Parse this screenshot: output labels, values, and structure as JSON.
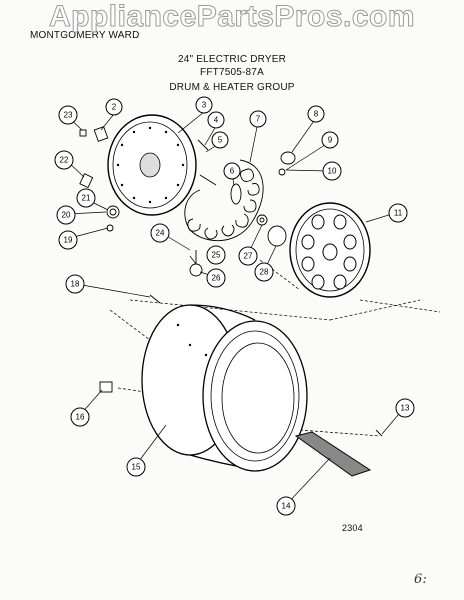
{
  "watermark": "AppliancePartsPros.com",
  "brand": "MONTGOMERY WARD",
  "titles": {
    "appliance": "24\" ELECTRIC DRYER",
    "model": "FFT7505-87A",
    "group": "DRUM & HEATER GROUP"
  },
  "diagram_code": "2304",
  "page_mark": "6:",
  "parts": [
    {
      "name": "drum-rear-bulkhead",
      "icon": "bulkhead-disc"
    },
    {
      "name": "heater-element",
      "icon": "coil-heater"
    },
    {
      "name": "drum-front-panel",
      "icon": "perforated-disc"
    },
    {
      "name": "drum-cylinder",
      "icon": "drum"
    },
    {
      "name": "drum-baffle",
      "icon": "baffle"
    }
  ],
  "callouts": [
    "2",
    "3",
    "4",
    "5",
    "6",
    "7",
    "8",
    "9",
    "10",
    "11",
    "13",
    "14",
    "15",
    "16",
    "18",
    "19",
    "20",
    "21",
    "22",
    "23",
    "24",
    "25",
    "26",
    "27",
    "28"
  ]
}
